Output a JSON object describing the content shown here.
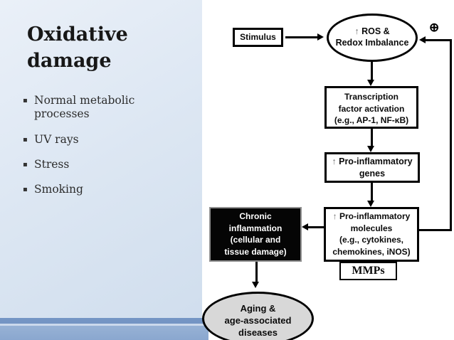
{
  "slide": {
    "title": "Oxidative damage",
    "bullet_marker": "▪",
    "bullets": [
      "Normal metabolic processes",
      "UV rays",
      "Stress",
      "Smoking"
    ]
  },
  "diagram": {
    "stimulus_label": "Stimulus",
    "plus_symbol": "⊕",
    "up_arrow": "↑",
    "ros_ellipse": {
      "line1": "ROS &",
      "line2": "Redox Imbalance"
    },
    "transcription_box": {
      "line1": "Transcription",
      "line2": "factor activation",
      "line3": "(e.g., AP-1, NF-κB)"
    },
    "genes_box": {
      "line1": "Pro-inflammatory",
      "line2": "genes"
    },
    "molecules_box": {
      "line1": "Pro-inflammatory",
      "line2": "molecules",
      "line3": "(e.g., cytokines,",
      "line4": "chemokines, iNOS)"
    },
    "mmps_label": "MMPs",
    "chronic_box": {
      "line1": "Chronic",
      "line2": "inflammation",
      "line3": "(cellular and",
      "line4": "tissue damage)"
    },
    "aging_ellipse": {
      "line1": "Aging &",
      "line2": "age-associated",
      "line3": "diseases"
    }
  },
  "colors": {
    "panel_top": "#eaf0f8",
    "panel_bottom": "#cfdded",
    "stripe_dark": "#7495c4",
    "stripe_light": "#cbd9ec",
    "stripe_band": "#97b2d5",
    "diagram_border": "#000000",
    "chronic_fill": "#050505",
    "chronic_text": "#ffffff",
    "aging_fill": "#d8d8d8",
    "title_text": "#171717"
  }
}
